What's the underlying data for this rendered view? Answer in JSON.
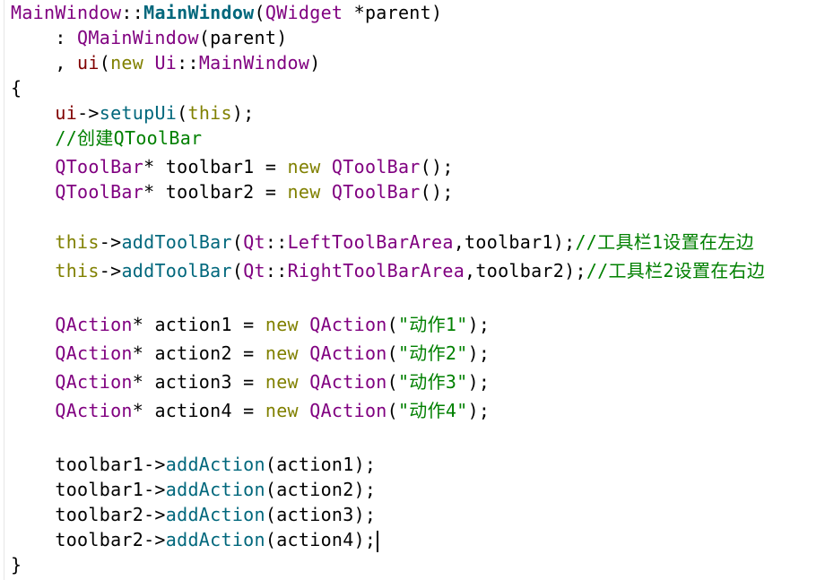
{
  "editor": {
    "lines": [
      {
        "tokens": [
          {
            "t": "MainWindow",
            "c": "type"
          },
          {
            "t": "::",
            "c": "plain"
          },
          {
            "t": "MainWindow",
            "c": "fnbold"
          },
          {
            "t": "(",
            "c": "plain"
          },
          {
            "t": "QWidget",
            "c": "type"
          },
          {
            "t": " *parent)",
            "c": "plain"
          }
        ]
      },
      {
        "tokens": [
          {
            "t": "    : ",
            "c": "plain"
          },
          {
            "t": "QMainWindow",
            "c": "type"
          },
          {
            "t": "(parent)",
            "c": "plain"
          }
        ]
      },
      {
        "tokens": [
          {
            "t": "    , ",
            "c": "plain"
          },
          {
            "t": "ui",
            "c": "member"
          },
          {
            "t": "(",
            "c": "plain"
          },
          {
            "t": "new",
            "c": "kw"
          },
          {
            "t": " ",
            "c": "plain"
          },
          {
            "t": "Ui",
            "c": "type"
          },
          {
            "t": "::",
            "c": "plain"
          },
          {
            "t": "MainWindow",
            "c": "type"
          },
          {
            "t": ")",
            "c": "plain"
          }
        ]
      },
      {
        "tokens": [
          {
            "t": "{",
            "c": "plain"
          }
        ]
      },
      {
        "tokens": [
          {
            "t": "    ",
            "c": "plain"
          },
          {
            "t": "ui",
            "c": "member"
          },
          {
            "t": "->",
            "c": "plain"
          },
          {
            "t": "setupUi",
            "c": "fn"
          },
          {
            "t": "(",
            "c": "plain"
          },
          {
            "t": "this",
            "c": "kw"
          },
          {
            "t": ");",
            "c": "plain"
          }
        ]
      },
      {
        "tokens": [
          {
            "t": "    ",
            "c": "plain"
          },
          {
            "t": "//创建QToolBar",
            "c": "cmt"
          }
        ]
      },
      {
        "tokens": [
          {
            "t": "    ",
            "c": "plain"
          },
          {
            "t": "QToolBar",
            "c": "type"
          },
          {
            "t": "* toolbar1 = ",
            "c": "plain"
          },
          {
            "t": "new",
            "c": "kw"
          },
          {
            "t": " ",
            "c": "plain"
          },
          {
            "t": "QToolBar",
            "c": "type"
          },
          {
            "t": "();",
            "c": "plain"
          }
        ]
      },
      {
        "tokens": [
          {
            "t": "    ",
            "c": "plain"
          },
          {
            "t": "QToolBar",
            "c": "type"
          },
          {
            "t": "* toolbar2 = ",
            "c": "plain"
          },
          {
            "t": "new",
            "c": "kw"
          },
          {
            "t": " ",
            "c": "plain"
          },
          {
            "t": "QToolBar",
            "c": "type"
          },
          {
            "t": "();",
            "c": "plain"
          }
        ]
      },
      {
        "tokens": []
      },
      {
        "tokens": [
          {
            "t": "    ",
            "c": "plain"
          },
          {
            "t": "this",
            "c": "kw"
          },
          {
            "t": "->",
            "c": "plain"
          },
          {
            "t": "addToolBar",
            "c": "fn"
          },
          {
            "t": "(",
            "c": "plain"
          },
          {
            "t": "Qt",
            "c": "type"
          },
          {
            "t": "::",
            "c": "plain"
          },
          {
            "t": "LeftToolBarArea",
            "c": "type"
          },
          {
            "t": ",toolbar1);",
            "c": "plain"
          },
          {
            "t": "//工具栏1设置在左边",
            "c": "cmt"
          }
        ]
      },
      {
        "tokens": [
          {
            "t": "    ",
            "c": "plain"
          },
          {
            "t": "this",
            "c": "kw"
          },
          {
            "t": "->",
            "c": "plain"
          },
          {
            "t": "addToolBar",
            "c": "fn"
          },
          {
            "t": "(",
            "c": "plain"
          },
          {
            "t": "Qt",
            "c": "type"
          },
          {
            "t": "::",
            "c": "plain"
          },
          {
            "t": "RightToolBarArea",
            "c": "type"
          },
          {
            "t": ",toolbar2);",
            "c": "plain"
          },
          {
            "t": "//工具栏2设置在右边",
            "c": "cmt"
          }
        ]
      },
      {
        "tokens": []
      },
      {
        "tokens": [
          {
            "t": "    ",
            "c": "plain"
          },
          {
            "t": "QAction",
            "c": "type"
          },
          {
            "t": "* action1 = ",
            "c": "plain"
          },
          {
            "t": "new",
            "c": "kw"
          },
          {
            "t": " ",
            "c": "plain"
          },
          {
            "t": "QAction",
            "c": "type"
          },
          {
            "t": "(",
            "c": "plain"
          },
          {
            "t": "\"动作1\"",
            "c": "str"
          },
          {
            "t": ");",
            "c": "plain"
          }
        ]
      },
      {
        "tokens": [
          {
            "t": "    ",
            "c": "plain"
          },
          {
            "t": "QAction",
            "c": "type"
          },
          {
            "t": "* action2 = ",
            "c": "plain"
          },
          {
            "t": "new",
            "c": "kw"
          },
          {
            "t": " ",
            "c": "plain"
          },
          {
            "t": "QAction",
            "c": "type"
          },
          {
            "t": "(",
            "c": "plain"
          },
          {
            "t": "\"动作2\"",
            "c": "str"
          },
          {
            "t": ");",
            "c": "plain"
          }
        ]
      },
      {
        "tokens": [
          {
            "t": "    ",
            "c": "plain"
          },
          {
            "t": "QAction",
            "c": "type"
          },
          {
            "t": "* action3 = ",
            "c": "plain"
          },
          {
            "t": "new",
            "c": "kw"
          },
          {
            "t": " ",
            "c": "plain"
          },
          {
            "t": "QAction",
            "c": "type"
          },
          {
            "t": "(",
            "c": "plain"
          },
          {
            "t": "\"动作3\"",
            "c": "str"
          },
          {
            "t": ");",
            "c": "plain"
          }
        ]
      },
      {
        "tokens": [
          {
            "t": "    ",
            "c": "plain"
          },
          {
            "t": "QAction",
            "c": "type"
          },
          {
            "t": "* action4 = ",
            "c": "plain"
          },
          {
            "t": "new",
            "c": "kw"
          },
          {
            "t": " ",
            "c": "plain"
          },
          {
            "t": "QAction",
            "c": "type"
          },
          {
            "t": "(",
            "c": "plain"
          },
          {
            "t": "\"动作4\"",
            "c": "str"
          },
          {
            "t": ");",
            "c": "plain"
          }
        ]
      },
      {
        "tokens": []
      },
      {
        "tokens": [
          {
            "t": "    toolbar1->",
            "c": "plain"
          },
          {
            "t": "addAction",
            "c": "fn"
          },
          {
            "t": "(action1);",
            "c": "plain"
          }
        ]
      },
      {
        "tokens": [
          {
            "t": "    toolbar1->",
            "c": "plain"
          },
          {
            "t": "addAction",
            "c": "fn"
          },
          {
            "t": "(action2);",
            "c": "plain"
          }
        ]
      },
      {
        "tokens": [
          {
            "t": "    toolbar2->",
            "c": "plain"
          },
          {
            "t": "addAction",
            "c": "fn"
          },
          {
            "t": "(action3);",
            "c": "plain"
          }
        ]
      },
      {
        "tokens": [
          {
            "t": "    toolbar2->",
            "c": "plain"
          },
          {
            "t": "addAction",
            "c": "fn"
          },
          {
            "t": "(action4);",
            "c": "plain"
          }
        ],
        "cursor": true
      },
      {
        "tokens": [
          {
            "t": "}",
            "c": "plain"
          }
        ]
      }
    ]
  },
  "colors": {
    "type": "#800080",
    "function": "#00677c",
    "keyword": "#808000",
    "comment": "#008000",
    "member": "#800000",
    "background": "#ffffff"
  }
}
